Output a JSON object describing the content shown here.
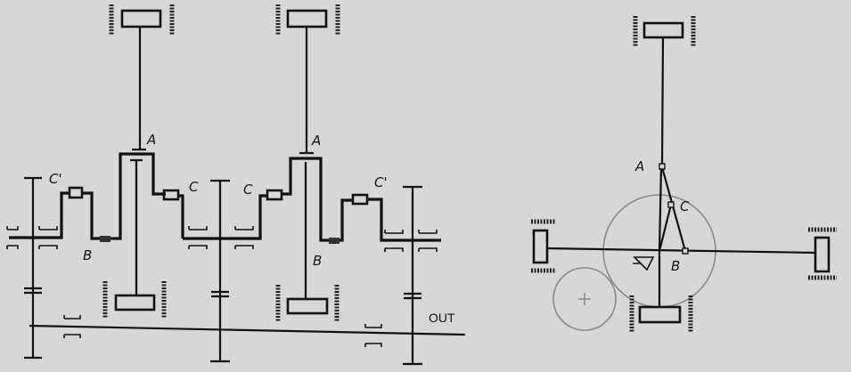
{
  "left_diagram": {
    "labels": {
      "a1": "A",
      "a2": "A",
      "b1": "B",
      "b2": "B",
      "c1p": "C'",
      "c1": "C",
      "c2": "C",
      "c2p": "C'",
      "out": "OUT"
    }
  },
  "right_diagram": {
    "labels": {
      "a": "A",
      "b": "B",
      "c": "C"
    }
  }
}
